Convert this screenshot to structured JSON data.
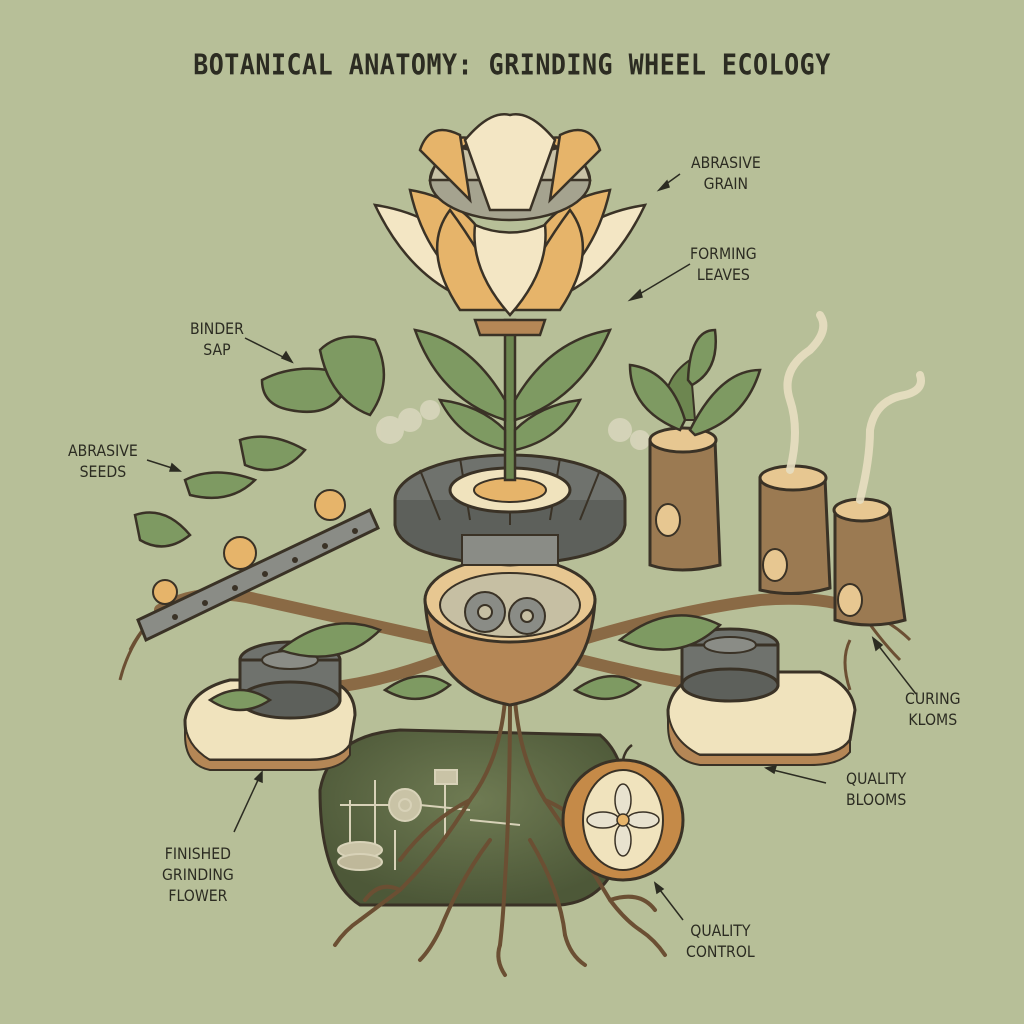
{
  "title": "BOTANICAL ANATOMY: GRINDING WHEEL ECOLOGY",
  "labels": {
    "abrasive_grain": [
      "ABRASIVE",
      "GRAIN"
    ],
    "forming_leaves": [
      "FORMING",
      "LEAVES"
    ],
    "binder_sap": [
      "BINDER",
      "SAP"
    ],
    "abrasive_seeds": [
      "ABRASIVE",
      "SEEDS"
    ],
    "curing_kloms": [
      "CURING",
      "KLOMS"
    ],
    "quality_blooms": [
      "QUALITY",
      "BLOOMS"
    ],
    "finished_grinding_flower": [
      "FINISHED",
      "GRINDING",
      "FLOWER"
    ],
    "quality_control": [
      "QUALITY",
      "CONTROL"
    ]
  },
  "colors": {
    "background": "#b7bf98",
    "ink": "#3a3226",
    "petal_orange": "#e6b46a",
    "petal_cream": "#f3e6c4",
    "leaf_green": "#7e9a62",
    "wood_brown": "#9b7a52",
    "stone_gray": "#8a8c86",
    "soil_dark": "#5e6a45"
  }
}
